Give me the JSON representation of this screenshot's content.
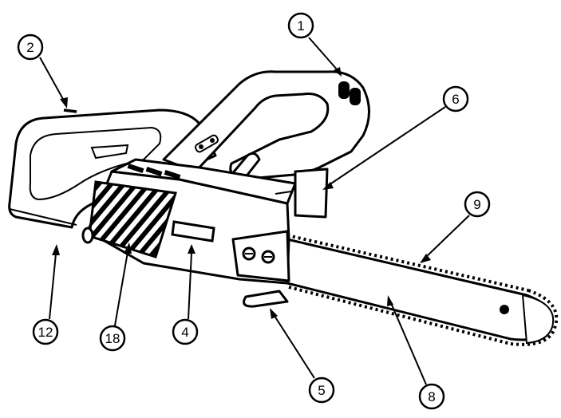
{
  "diagram": {
    "callouts": [
      {
        "id": "c1",
        "label": "1"
      },
      {
        "id": "c2",
        "label": "2"
      },
      {
        "id": "c4",
        "label": "4"
      },
      {
        "id": "c5",
        "label": "5"
      },
      {
        "id": "c6",
        "label": "6"
      },
      {
        "id": "c8",
        "label": "8"
      },
      {
        "id": "c9",
        "label": "9"
      },
      {
        "id": "c12",
        "label": "12"
      },
      {
        "id": "c18",
        "label": "18"
      }
    ]
  }
}
